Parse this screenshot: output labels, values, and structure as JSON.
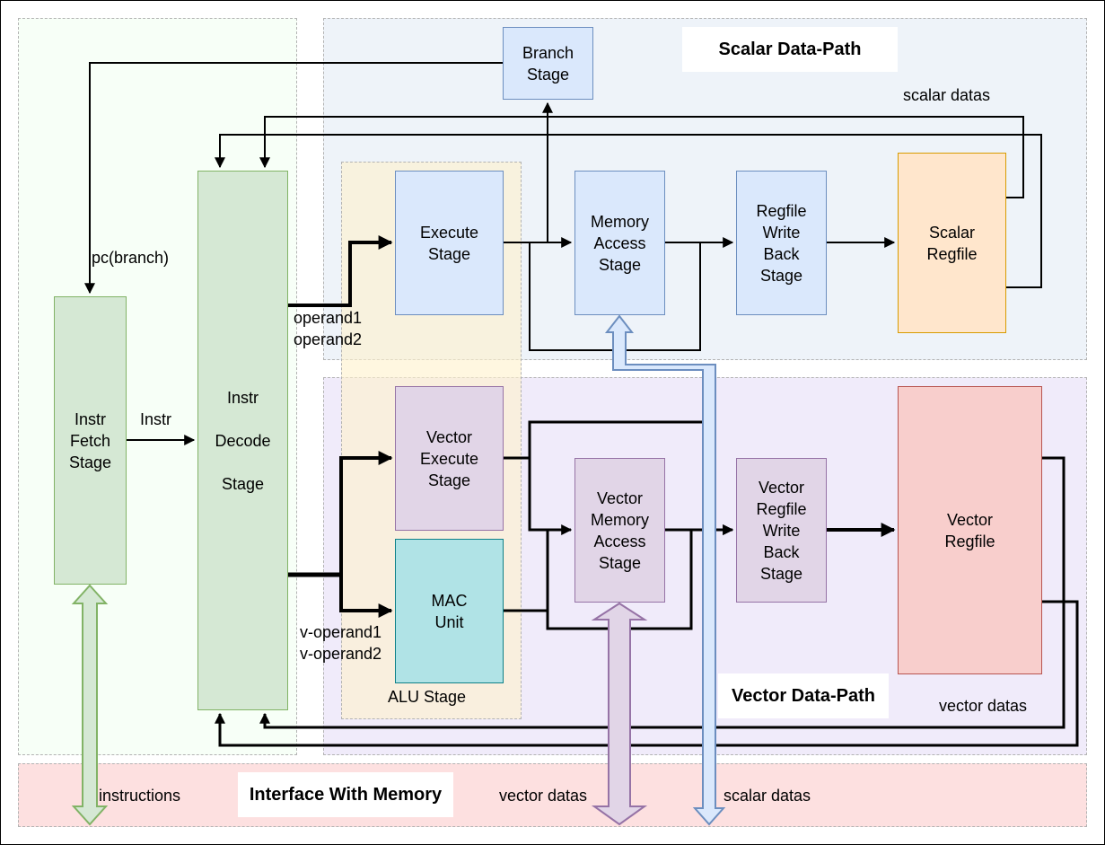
{
  "regions": {
    "scalar_datapath": {
      "title": "Scalar Data-Path"
    },
    "vector_datapath": {
      "title": "Vector Data-Path"
    },
    "memory_interface": {
      "title": "Interface With Memory"
    },
    "alu_stage": {
      "label": "ALU Stage"
    }
  },
  "blocks": {
    "branch": "Branch\nStage",
    "fetch": "Instr\nFetch\nStage",
    "decode": "Instr\n\nDecode\n\nStage",
    "execute": "Execute\nStage",
    "mem_access": "Memory\nAccess\nStage",
    "wb": "Regfile\nWrite\nBack\nStage",
    "scalar_regfile": "Scalar\nRegfile",
    "vexec": "Vector\nExecute\nStage",
    "mac": "MAC\nUnit",
    "vmem": "Vector\nMemory\nAccess\nStage",
    "vwb": "Vector\nRegfile\nWrite\nBack\nStage",
    "vector_regfile": "Vector\nRegfile"
  },
  "labels": {
    "pc_branch": "pc(branch)",
    "instr": "Instr",
    "operands": "operand1\noperand2",
    "v_operands": "v-operand1\nv-operand2",
    "scalar_datas_top": "scalar datas",
    "vector_datas_right": "vector datas",
    "instructions": "instructions",
    "vector_datas_bottom": "vector datas",
    "scalar_datas_bottom": "scalar datas"
  },
  "colors": {
    "green_fill": "#d5e8d4",
    "green_stroke": "#82b366",
    "blue_fill": "#dae8fc",
    "blue_stroke": "#6c8ebf",
    "purple_fill": "#e1d5e7",
    "purple_stroke": "#9673a6",
    "orange_fill": "#ffe6cc",
    "orange_stroke": "#d79b00",
    "red_fill": "#f8cecc",
    "red_stroke": "#b85450",
    "teal_fill": "#b0e3e6",
    "teal_stroke": "#0e8088"
  }
}
